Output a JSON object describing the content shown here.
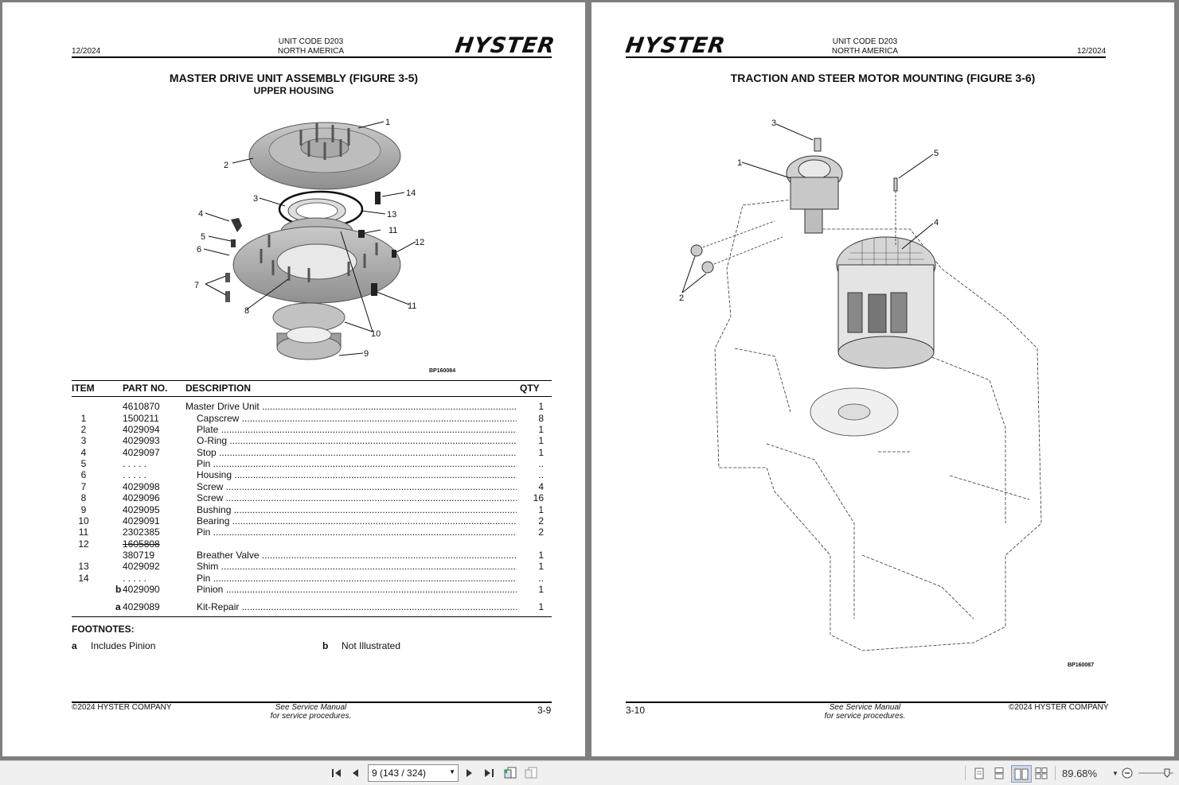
{
  "left_page": {
    "date": "12/2024",
    "unit_code": "UNIT CODE D203",
    "region": "NORTH AMERICA",
    "brand": "HYSTER",
    "title": "MASTER DRIVE UNIT ASSEMBLY (FIGURE 3-5)",
    "subtitle": "UPPER HOUSING",
    "figure_code": "BP160084",
    "figure_callouts": [
      "1",
      "2",
      "3",
      "4",
      "5",
      "6",
      "7",
      "8",
      "9",
      "10",
      "11",
      "11",
      "12",
      "13",
      "14"
    ],
    "table": {
      "headers": {
        "item": "ITEM",
        "part": "PART NO.",
        "desc": "DESCRIPTION",
        "qty": "QTY"
      },
      "rows": [
        {
          "item": "",
          "part": "4610870",
          "desc": "Master Drive Unit",
          "qty": "1"
        },
        {
          "item": "1",
          "part": "1500211",
          "desc": "Capscrew",
          "qty": "8"
        },
        {
          "item": "2",
          "part": "4029094",
          "desc": "Plate",
          "qty": "1"
        },
        {
          "item": "3",
          "part": "4029093",
          "desc": "O-Ring",
          "qty": "1"
        },
        {
          "item": "4",
          "part": "4029097",
          "desc": "Stop",
          "qty": "1"
        },
        {
          "item": "5",
          "part": ". . . . .",
          "desc": "Pin",
          "qty": ".."
        },
        {
          "item": "6",
          "part": ". . . . .",
          "desc": "Housing",
          "qty": ".."
        },
        {
          "item": "7",
          "part": "4029098",
          "desc": "Screw",
          "qty": "4"
        },
        {
          "item": "8",
          "part": "4029096",
          "desc": "Screw",
          "qty": "16"
        },
        {
          "item": "9",
          "part": "4029095",
          "desc": "Bushing",
          "qty": "1"
        },
        {
          "item": "10",
          "part": "4029091",
          "desc": "Bearing",
          "qty": "2"
        },
        {
          "item": "11",
          "part": "2302385",
          "desc": "Pin",
          "qty": "2"
        },
        {
          "item": "12",
          "part": "1605808",
          "desc": "",
          "qty": ""
        },
        {
          "item": "",
          "part": "380719",
          "desc": "Breather Valve",
          "qty": "1"
        },
        {
          "item": "13",
          "part": "4029092",
          "desc": "Shim",
          "qty": "1"
        },
        {
          "item": "14",
          "part": ". . . . .",
          "desc": "Pin",
          "qty": ".."
        },
        {
          "item": "",
          "marker": "b",
          "part": "4029090",
          "desc": "Pinion",
          "qty": "1"
        },
        {
          "item": "",
          "marker": "a",
          "part": "4029089",
          "desc": "Kit-Repair",
          "qty": "1"
        }
      ]
    },
    "footnotes": {
      "title": "FOOTNOTES:",
      "a_key": "a",
      "a_text": "Includes Pinion",
      "b_key": "b",
      "b_text": "Not Illustrated"
    },
    "footer": {
      "copyright": "©2024 HYSTER COMPANY",
      "note_line1": "See Service Manual",
      "note_line2": "for service procedures.",
      "page_number": "3-9"
    }
  },
  "right_page": {
    "brand": "HYSTER",
    "unit_code": "UNIT CODE D203",
    "region": "NORTH AMERICA",
    "date": "12/2024",
    "title": "TRACTION AND STEER MOTOR MOUNTING (FIGURE 3-6)",
    "figure_code": "BP160087",
    "figure_callouts": [
      "1",
      "2",
      "3",
      "4",
      "5"
    ],
    "footer": {
      "page_number": "3-10",
      "note_line1": "See Service Manual",
      "note_line2": "for service procedures.",
      "copyright": "©2024 HYSTER COMPANY"
    }
  },
  "toolbar": {
    "page_selector": "9 (143 / 324)",
    "zoom": "89.68%",
    "icons": [
      "first-page-icon",
      "prev-page-icon",
      "next-page-icon",
      "last-page-icon",
      "previous-view-icon",
      "next-view-icon",
      "single-page-icon",
      "continuous-icon",
      "two-page-icon",
      "two-page-continuous-icon",
      "zoom-out-icon",
      "zoom-slider",
      "zoom-in-icon"
    ]
  }
}
